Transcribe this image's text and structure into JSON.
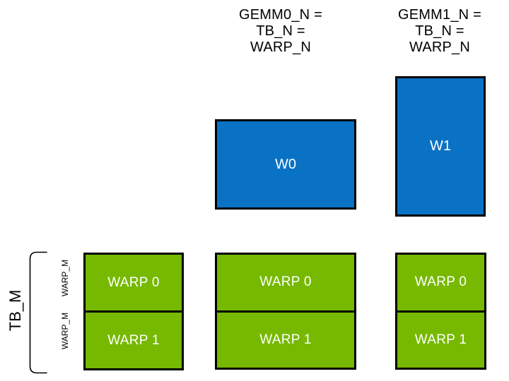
{
  "colors": {
    "blue": "#0a72c5",
    "green": "#76b900",
    "border": "#000000",
    "text-dark": "#000000",
    "text-light": "#ffffff",
    "background": "#ffffff"
  },
  "headers": [
    {
      "lines": [
        "GEMM0_N =",
        "TB_N =",
        "WARP_N"
      ]
    },
    {
      "lines": [
        "GEMM1_N =",
        "TB_N =",
        "WARP_N"
      ]
    }
  ],
  "blue_boxes": [
    {
      "label": "W0"
    },
    {
      "label": "W1"
    }
  ],
  "green_columns": [
    {
      "cells": [
        "WARP 0",
        "WARP 1"
      ]
    },
    {
      "cells": [
        "WARP 0",
        "WARP 1"
      ]
    },
    {
      "cells": [
        "WARP 0",
        "WARP 1"
      ]
    }
  ],
  "left_axis": {
    "tb_label": "TB_M",
    "warp_m_labels": [
      "WARP_M",
      "WARP_M"
    ]
  }
}
